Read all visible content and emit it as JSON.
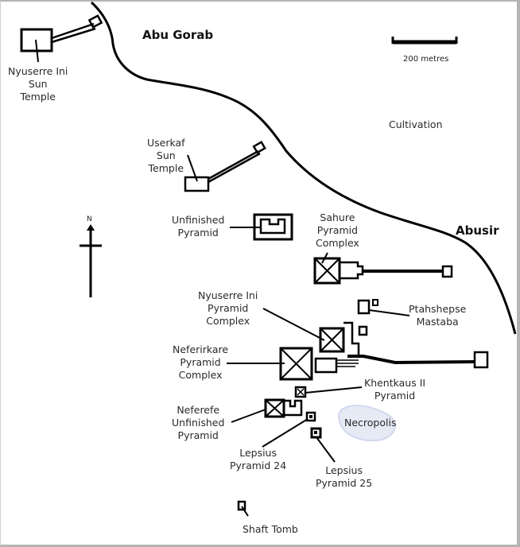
{
  "map": {
    "towns": {
      "abu_gorab": "Abu Gorab",
      "abusir": "Abusir"
    },
    "area_labels": {
      "cultivation": "Cultivation",
      "necropolis": "Necropolis"
    },
    "scale_bar": {
      "label": "200 metres"
    },
    "north_arrow": {
      "label": "N"
    },
    "sites": {
      "nyuserre_sun": [
        "Nyuserre Ini",
        "Sun",
        "Temple"
      ],
      "userkaf_sun": [
        "Userkaf",
        "Sun",
        "Temple"
      ],
      "unfinished": [
        "Unfinished",
        "Pyramid"
      ],
      "sahure": [
        "Sahure",
        "Pyramid",
        "Complex"
      ],
      "ptahshepse": [
        "Ptahshepse",
        "Mastaba"
      ],
      "nyuserre_pyr": [
        "Nyuserre Ini",
        "Pyramid",
        "Complex"
      ],
      "neferirkare": [
        "Neferirkare",
        "Pyramid",
        "Complex"
      ],
      "khentkaus": [
        "Khentkaus II",
        "Pyramid"
      ],
      "neferefe": [
        "Neferefe",
        "Unfinished",
        "Pyramid"
      ],
      "lepsius24": [
        "Lepsius",
        "Pyramid 24"
      ],
      "lepsius25": [
        "Lepsius",
        "Pyramid 25"
      ],
      "shaft_tomb": [
        "Shaft Tomb"
      ]
    },
    "colors": {
      "ink": "#000000",
      "text": "#2a2a2a",
      "necropolis_tint": "#e6eaf5",
      "border": "#b4b4b4"
    }
  }
}
